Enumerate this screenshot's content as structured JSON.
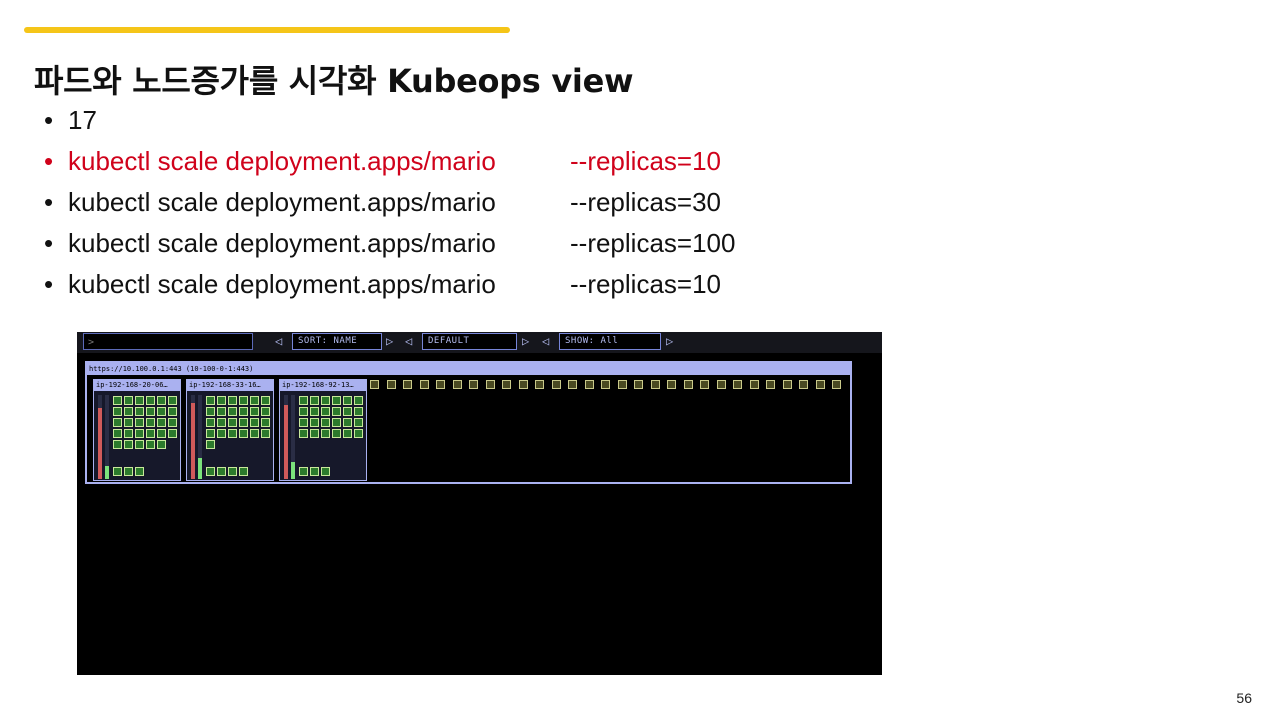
{
  "slide": {
    "title": "파드와 노드증가를 시각화 Kubeops view",
    "bullets": [
      {
        "text": "17",
        "cmd": "",
        "arg": "",
        "highlight": false
      },
      {
        "text": "",
        "cmd": "kubectl scale deployment.apps/mario",
        "arg": "--replicas=10",
        "highlight": true
      },
      {
        "text": "",
        "cmd": "kubectl scale deployment.apps/mario",
        "arg": "--replicas=30",
        "highlight": false
      },
      {
        "text": "",
        "cmd": "kubectl scale deployment.apps/mario",
        "arg": "--replicas=100",
        "highlight": false
      },
      {
        "text": "",
        "cmd": "kubectl scale deployment.apps/mario",
        "arg": "--replicas=10",
        "highlight": false
      }
    ],
    "page_number": "56",
    "accent_color": "#F5C518",
    "highlight_color": "#D0021B",
    "bullet_glyph": "•"
  },
  "kubeops": {
    "filter_prompt": ">",
    "sort_label": "SORT: NAME",
    "theme_label": "DEFAULT",
    "show_label": "SHOW: All",
    "arrow_left": "◁",
    "arrow_right": "▷",
    "cluster_title": "https://10.100.0.1:443 (10-100-0-1:443)",
    "nodes": [
      {
        "name": "ip-192-168-20-06…",
        "running_pods": 29,
        "system_pods": 3,
        "cpu_usage": 0.85,
        "mem_usage": 0.15
      },
      {
        "name": "ip-192-168-33-16…",
        "running_pods": 25,
        "system_pods": 4,
        "cpu_usage": 0.9,
        "mem_usage": 0.25
      },
      {
        "name": "ip-192-168-92-13…",
        "running_pods": 24,
        "system_pods": 3,
        "cpu_usage": 0.88,
        "mem_usage": 0.2
      }
    ],
    "pending_pods": 29,
    "colors": {
      "running": "#2c7a2c",
      "pod_border": "#c8e89a",
      "pending": "#4a4a22",
      "frame": "#aab1f0",
      "cpu": "#d05a5a",
      "mem": "#7be37b"
    }
  }
}
